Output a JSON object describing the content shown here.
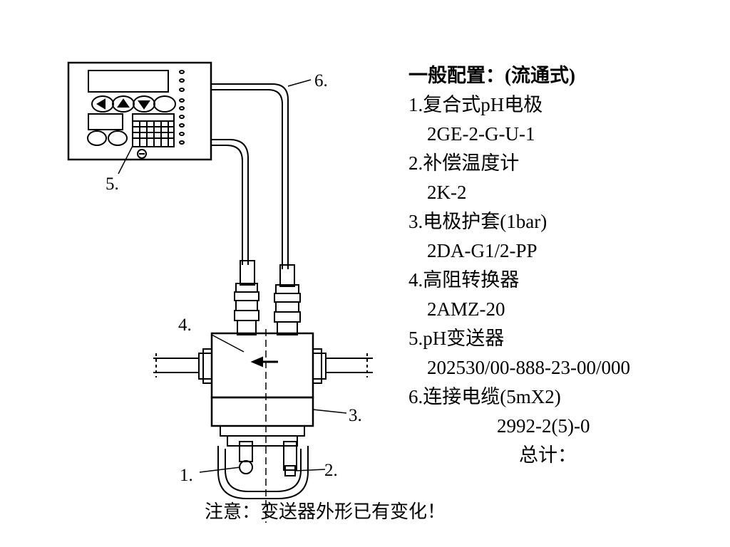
{
  "config": {
    "title": "一般配置：(流通式)",
    "items": [
      {
        "label": "1.复合式pH电极",
        "model": "2GE-2-G-U-1"
      },
      {
        "label": "2.补偿温度计",
        "model": "2K-2"
      },
      {
        "label": "3.电极护套(1bar)",
        "model": "2DA-G1/2-PP"
      },
      {
        "label": "4.高阻转换器",
        "model": "2AMZ-20"
      },
      {
        "label": "5.pH变送器",
        "model": "202530/00-888-23-00/000"
      },
      {
        "label": "6.连接电缆(5mX2)",
        "model": "2992-2(5)-0"
      }
    ],
    "total_label": "总计："
  },
  "callouts": {
    "c1": "1.",
    "c2": "2.",
    "c3": "3.",
    "c4": "4.",
    "c5": "5.",
    "c6": "6."
  },
  "note": "注意：变送器外形已有变化！"
}
